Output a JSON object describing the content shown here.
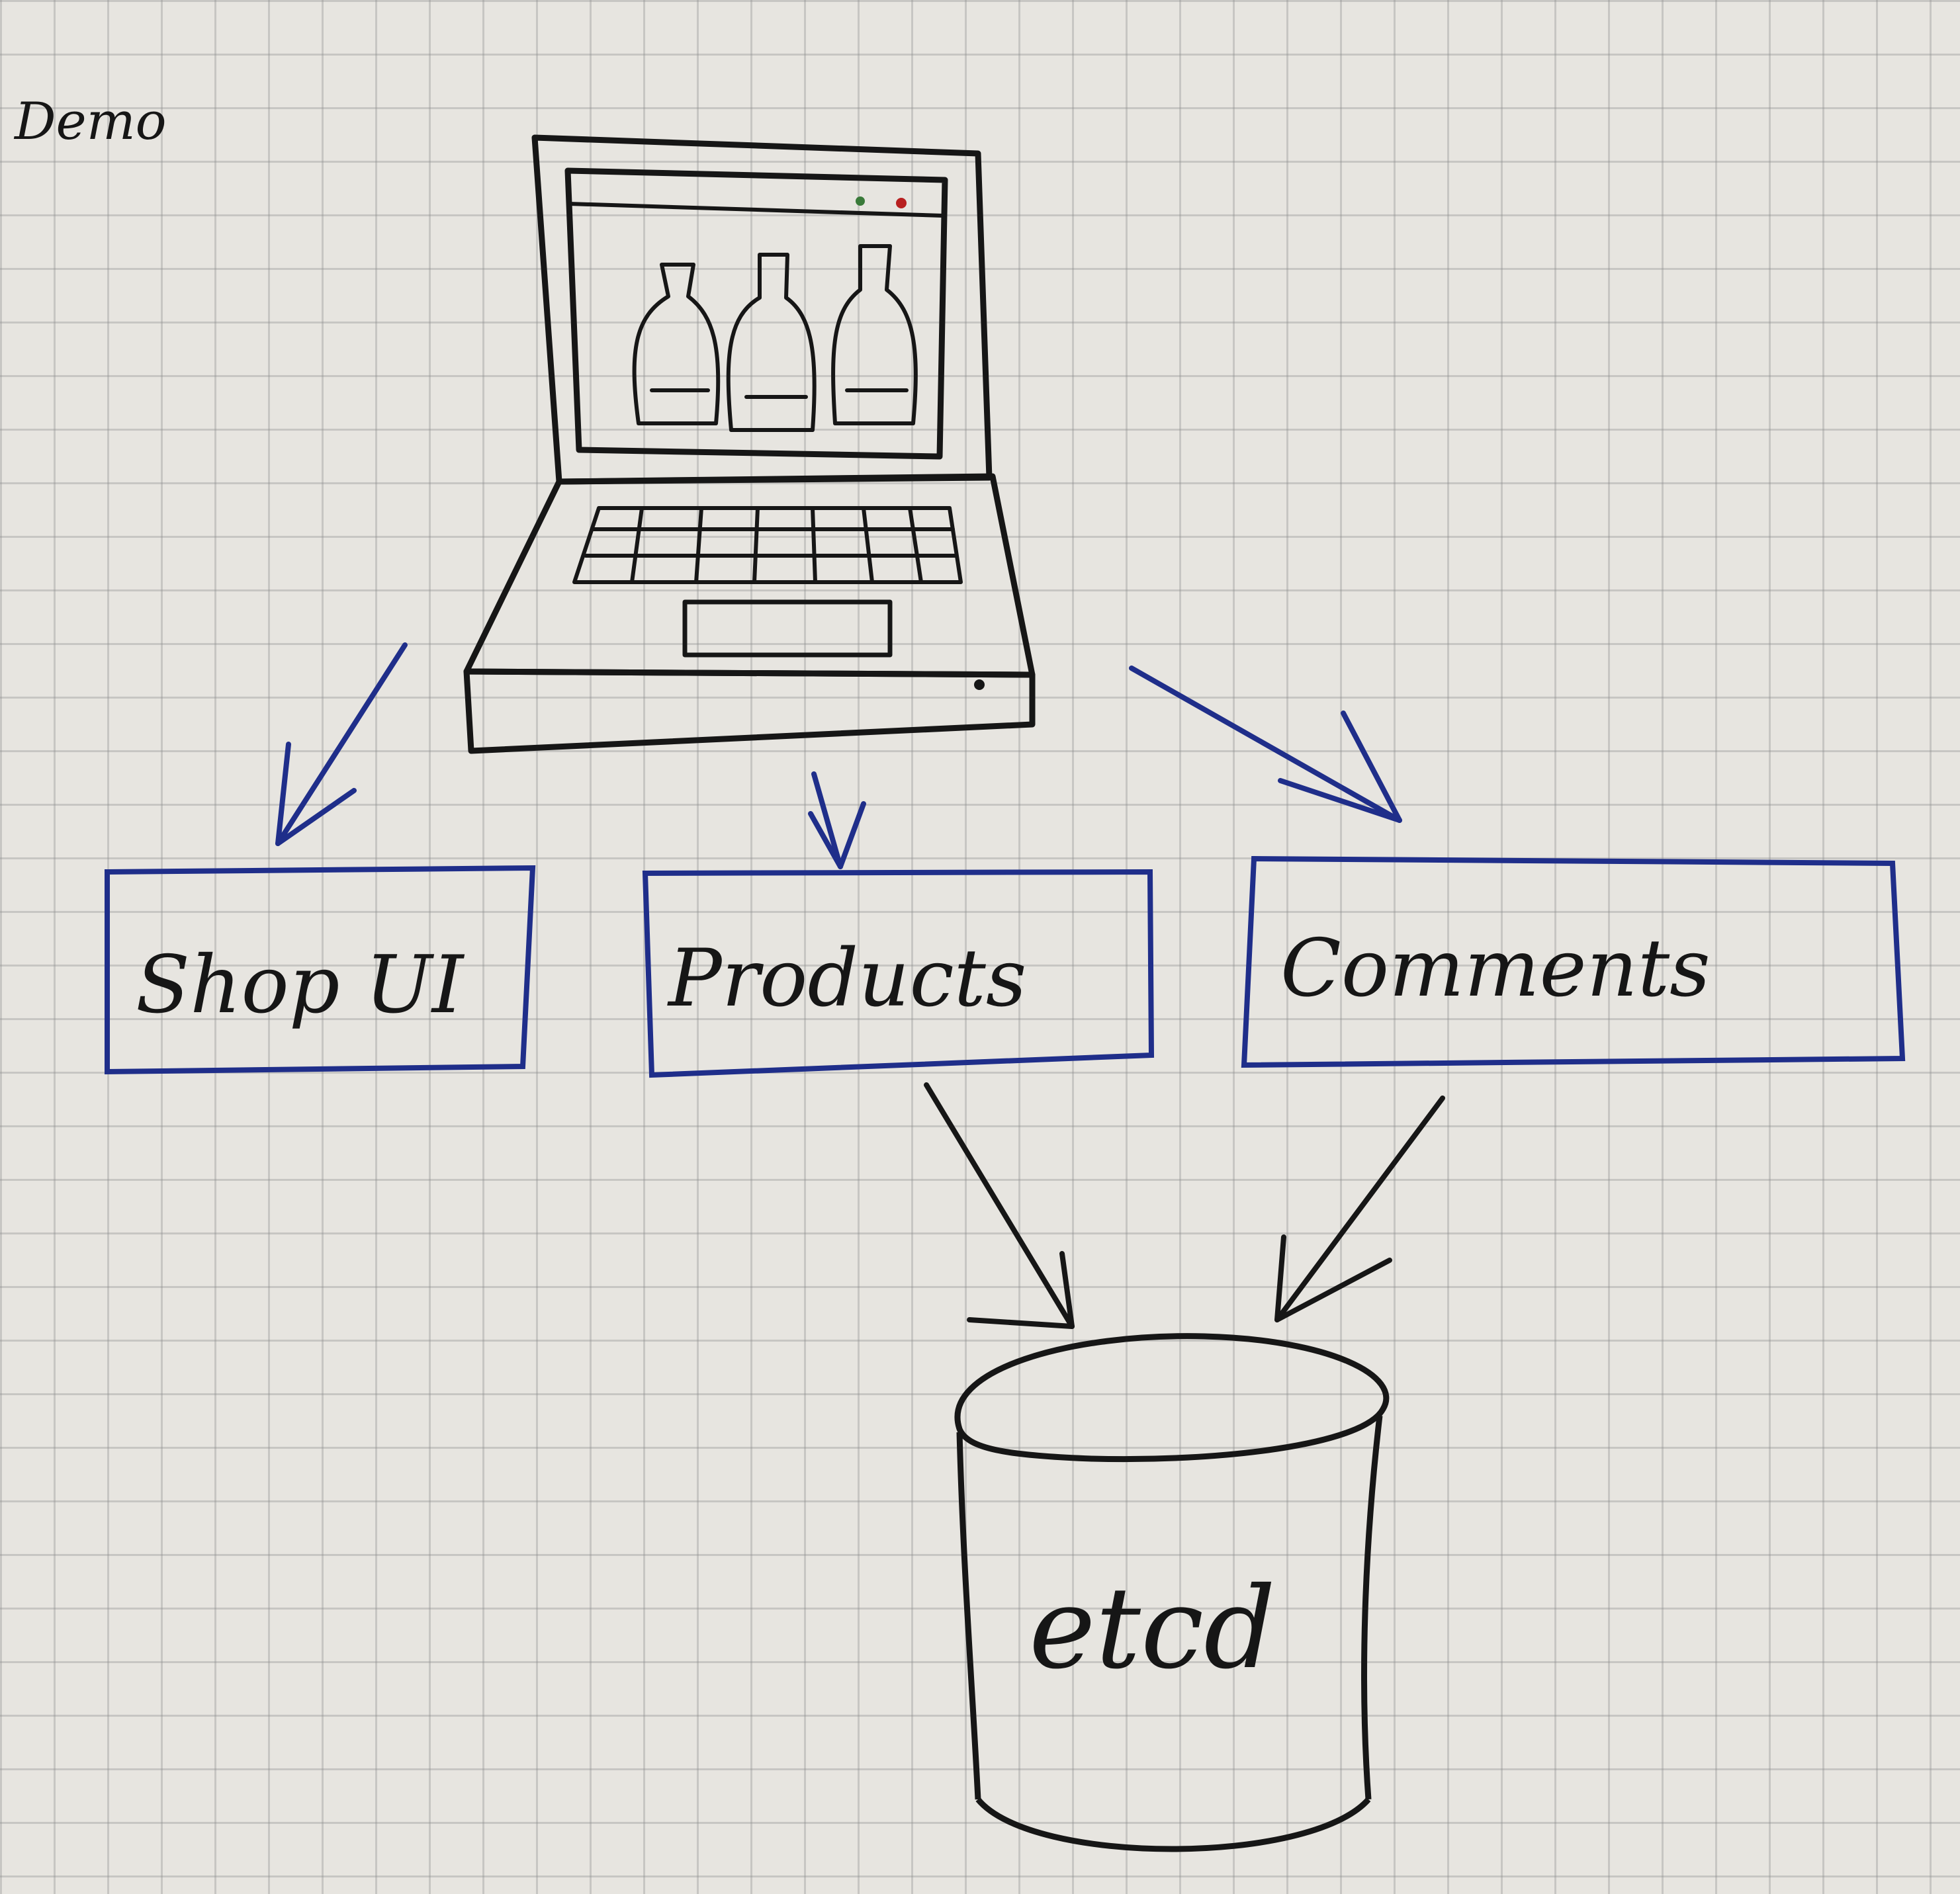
{
  "page": {
    "title": "Demo",
    "paper": "grid notebook"
  },
  "diagram": {
    "client": {
      "icon": "laptop-icon",
      "screen_content": "bottles"
    },
    "services": [
      {
        "label": "Shop UI"
      },
      {
        "label": "Products"
      },
      {
        "label": "Comments"
      }
    ],
    "database": {
      "label": "etcd"
    },
    "edges": [
      {
        "from": "client",
        "to": "Shop UI"
      },
      {
        "from": "client",
        "to": "Products"
      },
      {
        "from": "client",
        "to": "Comments"
      },
      {
        "from": "Products",
        "to": "etcd"
      },
      {
        "from": "Comments",
        "to": "etcd"
      }
    ]
  },
  "colors": {
    "ink": "#161616",
    "blue_ink": "#1f2e8a",
    "paper": "#e7e5e0",
    "status_green": "#3a7a3a",
    "status_red": "#b82020"
  }
}
